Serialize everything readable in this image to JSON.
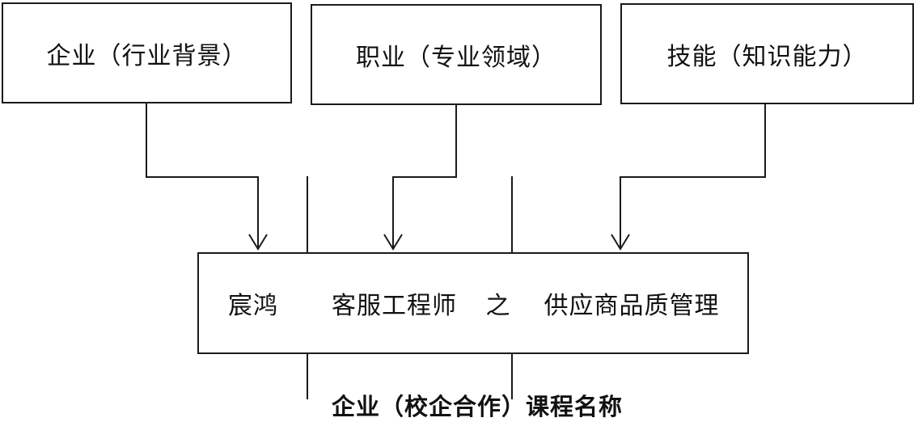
{
  "top_boxes": {
    "enterprise": "企业（行业背景）",
    "profession": "职业（专业领域）",
    "skill": "技能（知识能力）"
  },
  "course": {
    "company": "宸鸿",
    "role": "客服工程师",
    "connector": "之",
    "skill": "供应商品质管理"
  },
  "caption": "企业（校企合作）课程名称"
}
